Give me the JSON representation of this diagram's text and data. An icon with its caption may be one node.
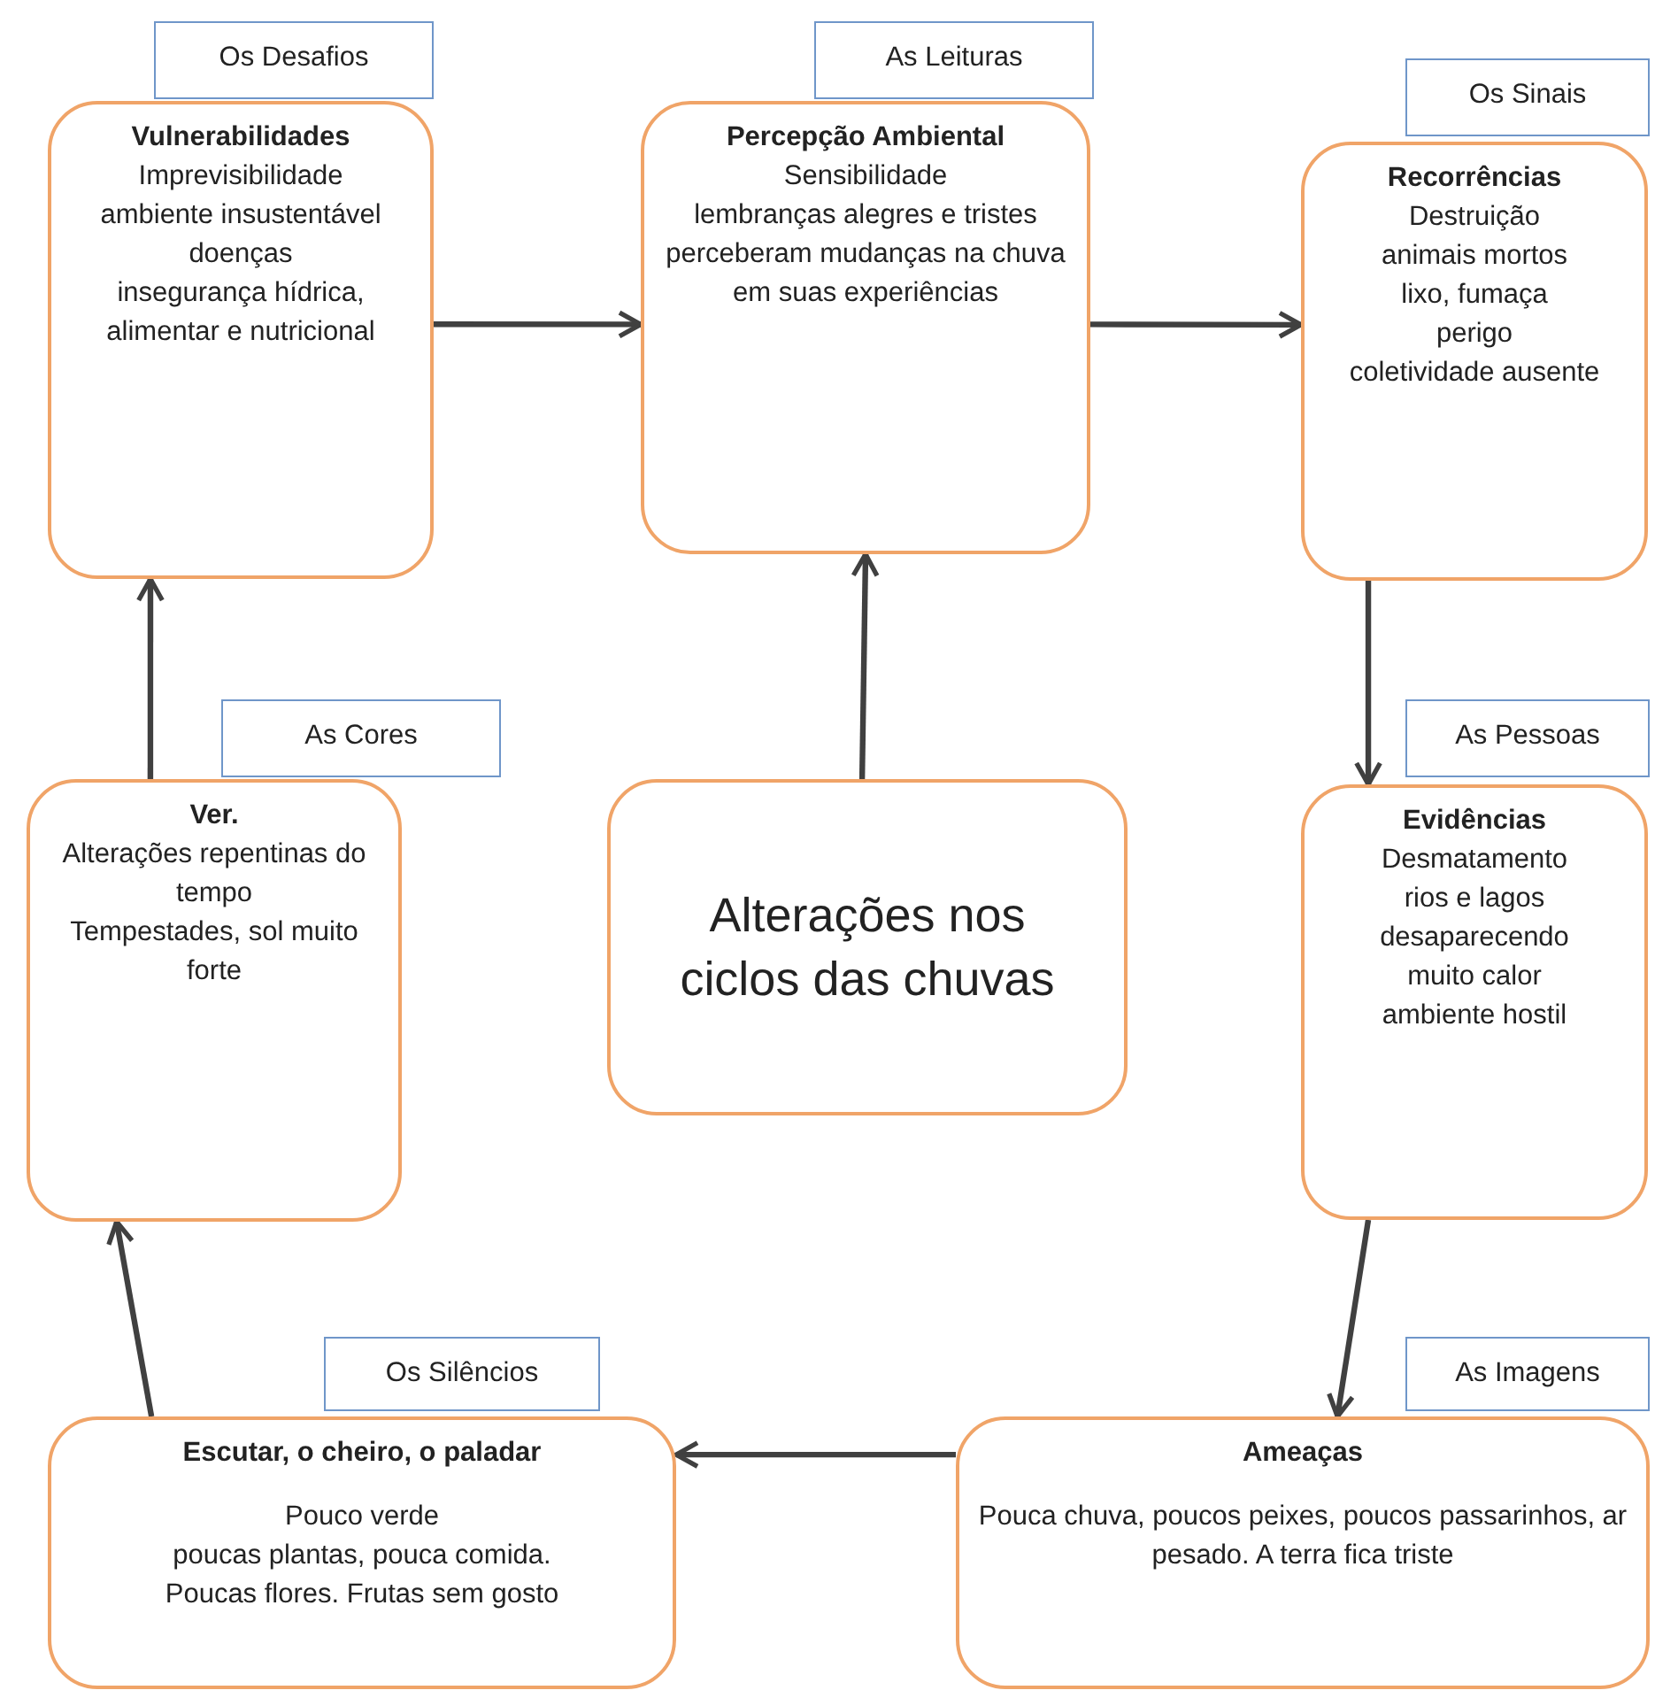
{
  "diagram": {
    "nodes": [
      {
        "text": [
          "Vulnerabilidades",
          "Imprevisibilidade",
          "ambiente insustentável",
          "doenças",
          "insegurança hídrica, alimentar e nutricional"
        ],
        "beside": [
          "Os Desafios"
        ]
      },
      {
        "text": [
          "Percepção Ambiental",
          "Sensibilidade",
          "lembranças alegres e tristes",
          "perceberam mudanças na chuva em suas experiências"
        ],
        "beside": [
          "As Leituras"
        ]
      },
      {
        "text": [
          "Recorrências",
          "Destruição",
          "animais mortos",
          "lixo, fumaça",
          "perigo",
          "coletividade ausente"
        ],
        "beside": [
          "Os Sinais"
        ]
      },
      {
        "text": [
          "Ver.",
          "Alterações repentinas do tempo",
          "Tempestades, sol muito forte"
        ],
        "beside": [
          "As Cores"
        ]
      },
      {
        "text": [
          "Alterações nos ciclos das chuvas"
        ]
      },
      {
        "text": [
          "Evidências",
          "Desmatamento",
          "rios e lagos desaparecendo",
          "muito calor",
          "ambiente hostil"
        ],
        "beside": [
          "As Pessoas"
        ]
      },
      {
        "text": [
          "Escutar, o cheiro, o paladar",
          "Pouco verde",
          "poucas plantas, pouca comida.",
          "Poucas flores. Frutas sem gosto"
        ],
        "beside": [
          "Os Silêncios"
        ]
      },
      {
        "text": [
          "Ameaças",
          "Pouca chuva, poucos peixes, poucos passarinhos, ar pesado. A terra fica triste"
        ],
        "beside": [
          "As Imagens"
        ]
      }
    ],
    "edges": [
      {
        "from": 0,
        "to": 1,
        "arrow": "to"
      },
      {
        "from": 1,
        "to": 2,
        "arrow": "to"
      },
      {
        "from": 2,
        "to": 5,
        "arrow": "to"
      },
      {
        "from": 5,
        "to": 7,
        "arrow": "to"
      },
      {
        "from": 7,
        "to": 6,
        "arrow": "to"
      },
      {
        "from": 6,
        "to": 3,
        "arrow": "to"
      },
      {
        "from": 3,
        "to": 0,
        "arrow": "to"
      },
      {
        "from": 4,
        "to": 1,
        "arrow": "to"
      }
    ]
  }
}
